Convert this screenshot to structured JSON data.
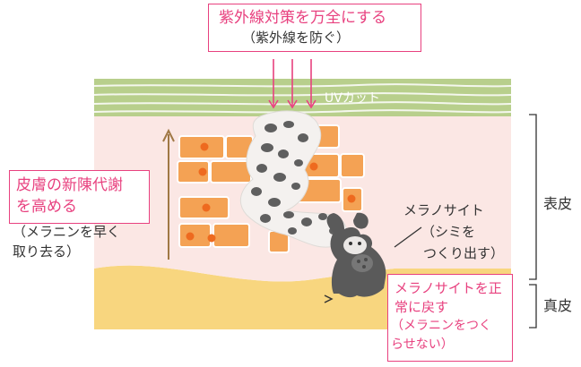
{
  "top_box": {
    "title": "紫外線対策を万全にする",
    "subtitle": "（紫外線を防ぐ）"
  },
  "uv_cut_label": "UVカット",
  "left_box": {
    "line1": "皮膚の新陳代謝",
    "line2": "を高める",
    "line3": "（メラニンを早く",
    "line4": "取り去る）"
  },
  "melanocyte_label": {
    "line1": "メラノサイト",
    "line2": "（シミを",
    "line3": "つくり出す）"
  },
  "bottom_box": {
    "line1": "メラノサイトを正",
    "line2": "常に戻す",
    "line3": "（メラニンをつく",
    "line4": "らせない）"
  },
  "layers": {
    "epidermis": "表皮",
    "dermis": "真皮"
  },
  "colors": {
    "accent_pink": "#e8417f",
    "stratum_green": "#b8cf8c",
    "epidermis_bg": "#fbe7e4",
    "dermis_bg": "#f8d67f",
    "cell_orange": "#f4a254",
    "nucleus": "#ee6a1f",
    "melanin_gray": "#5f5f5f",
    "arrow_brown": "#a07845"
  }
}
